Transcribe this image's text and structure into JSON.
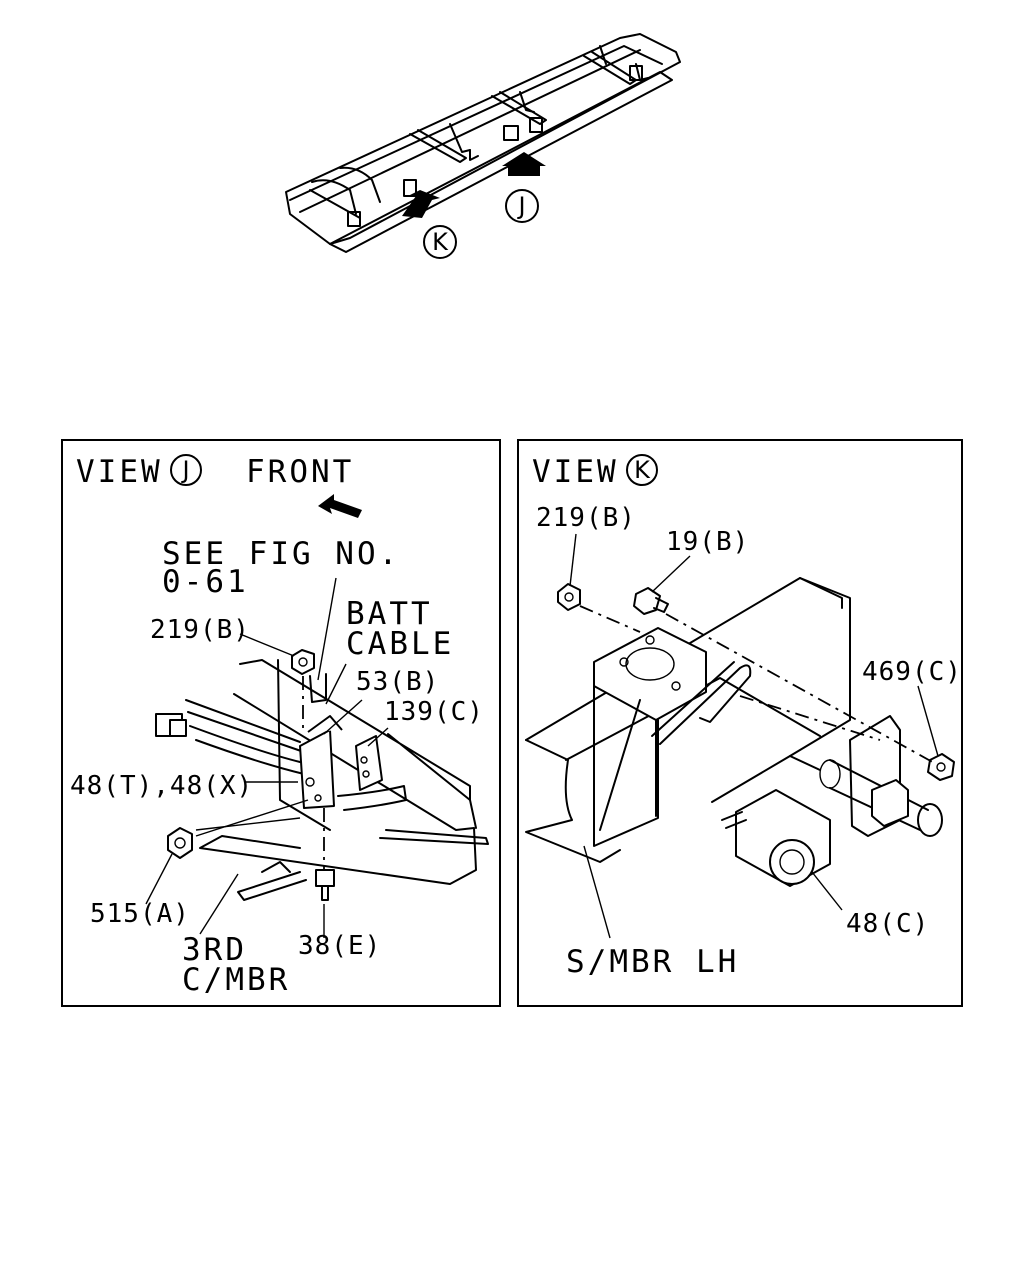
{
  "overview": {
    "markers": [
      "J",
      "K"
    ]
  },
  "view_j": {
    "title_prefix": "VIEW",
    "marker": "J",
    "front_label": "FRONT",
    "callouts": {
      "see_fig_line1": "SEE FIG NO.",
      "see_fig_line2": "0-61",
      "batt_line1": "BATT",
      "batt_line2": "CABLE",
      "p219b": "219(B)",
      "p53b": "53(B)",
      "p139c": "139(C)",
      "p48tx": "48(T),48(X)",
      "p515a": "515(A)",
      "p38e": "38(E)",
      "mbr_line1": "3RD",
      "mbr_line2": "C/MBR"
    }
  },
  "view_k": {
    "title_prefix": "VIEW",
    "marker": "K",
    "callouts": {
      "p219b": "219(B)",
      "p19b": "19(B)",
      "p469c": "469(C)",
      "p48c": "48(C)",
      "smbr": "S/MBR LH"
    }
  }
}
